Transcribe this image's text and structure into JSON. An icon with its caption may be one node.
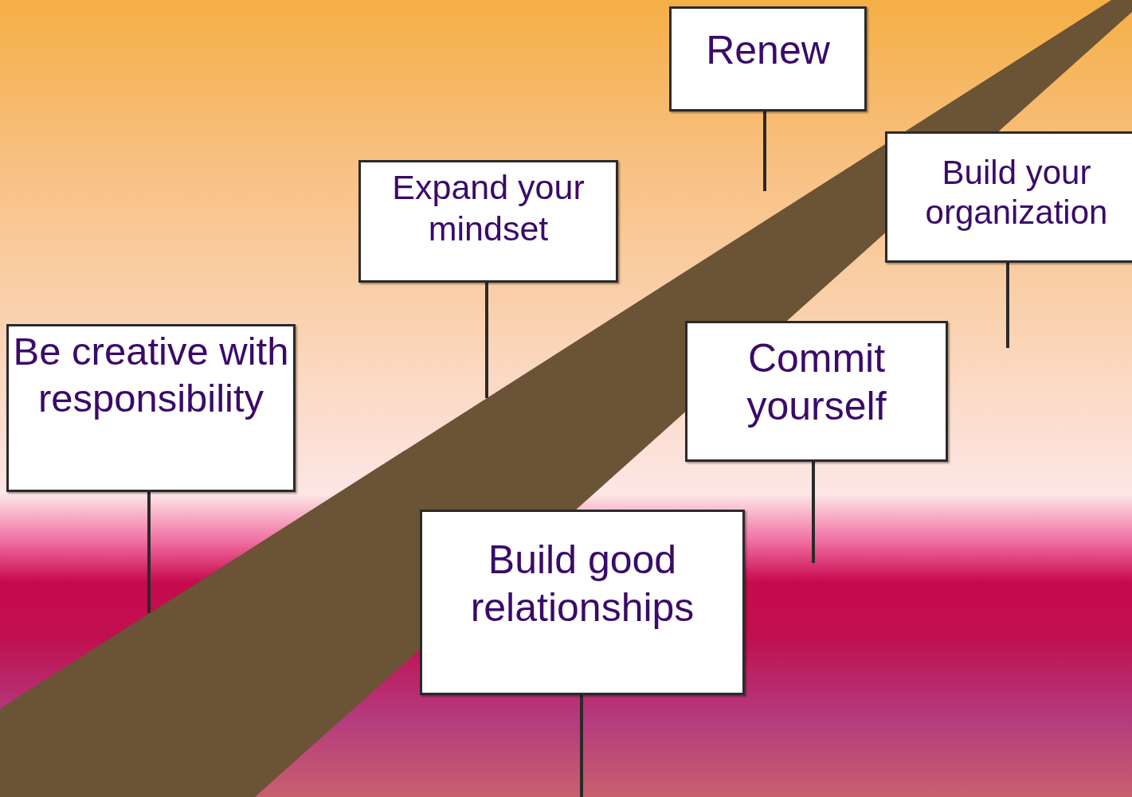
{
  "diagram": {
    "nodes": [
      {
        "text": [
          "Renew"
        ]
      },
      {
        "text": [
          "Build your organization"
        ]
      },
      {
        "text": [
          "Expand your mindset"
        ]
      },
      {
        "text": [
          "Commit yourself"
        ]
      },
      {
        "text": [
          "Be creative with responsibility"
        ]
      },
      {
        "text": [
          "Build good relationships"
        ]
      }
    ]
  }
}
